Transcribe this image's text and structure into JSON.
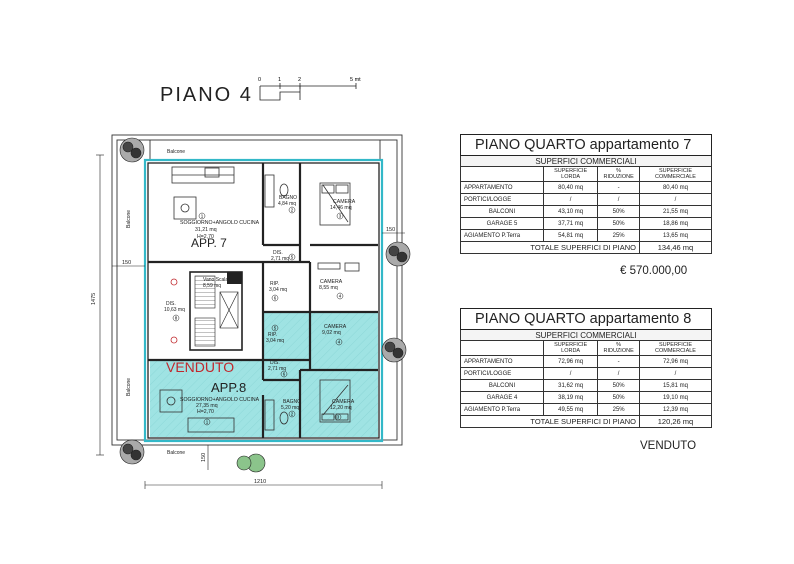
{
  "floor_title": "PIANO 4",
  "scale": {
    "ticks": [
      "0",
      "1",
      "2",
      "5 mt"
    ]
  },
  "rooms": {
    "soggiorno7": {
      "name": "SOGGIORNO+ANGOLO CUCINA",
      "area": "31,21 mq",
      "height": "H=2,70",
      "number": "1"
    },
    "bagno7": {
      "name": "BAGNO",
      "area": "4,84 mq",
      "number": "2"
    },
    "camera7a": {
      "name": "CAMERA",
      "area": "14,46 mq",
      "number": "3"
    },
    "dis7": {
      "name": "DIS.",
      "area": "2,71 mq",
      "number": "5"
    },
    "rip7": {
      "name": "RIP.",
      "area": "3,04 mq",
      "number": "6"
    },
    "camera7b": {
      "name": "CAMERA",
      "area": "8,55 mq",
      "number": "4"
    },
    "vano_scala": {
      "name": "Vano Scala",
      "area": "8,59 mq"
    },
    "dis_common": {
      "name": "DIS.",
      "area": "10,63 mq",
      "number": "8"
    },
    "camera8a": {
      "name": "CAMERA",
      "area": "9,02 mq",
      "number": "4"
    },
    "rip8": {
      "name": "RIP.",
      "area": "3,04 mq",
      "number": "5"
    },
    "dis8": {
      "name": "DIS.",
      "area": "2,71 mq",
      "number": "6"
    },
    "soggiorno8": {
      "name": "SOGGIORNO+ANGOLO CUCINA",
      "area": "27,35 mq",
      "height": "H=2,70",
      "number": "1"
    },
    "bagno8": {
      "name": "BAGNO",
      "area": "5,20 mq",
      "number": "2"
    },
    "camera8b": {
      "name": "CAMERA",
      "area": "12,20 mq",
      "number": "3"
    }
  },
  "labels": {
    "app7": "APP. 7",
    "app8": "APP.8",
    "venduto_plan": "VENDUTO",
    "balcone": "Balcone",
    "dim_total_width": "1210",
    "dim_total_height": "1475",
    "dim_150_right": "150",
    "dim_150_left": "150",
    "dim_150_bottom": "150"
  },
  "tables": [
    {
      "title": "PIANO QUARTO appartamento 7",
      "subtitle": "SUPERFICI COMMERCIALI",
      "headers": [
        "SUPERFICIE LORDA",
        "% RIDUZIONE",
        "SUPERFICIE COMMERCIALE"
      ],
      "rows": [
        {
          "label": "APPARTAMENTO",
          "lorda": "80,40 mq",
          "rid": "-",
          "comm": "80,40 mq"
        },
        {
          "label": "PORTICI/LOGGE",
          "lorda": "/",
          "rid": "/",
          "comm": "/"
        },
        {
          "label": "BALCONI",
          "lorda": "43,10 mq",
          "rid": "50%",
          "comm": "21,55 mq"
        },
        {
          "label": "GARAGE 5",
          "lorda": "37,71 mq",
          "rid": "50%",
          "comm": "18,86 mq"
        },
        {
          "label": "AGIAMENTO P.Terra",
          "lorda": "54,81 mq",
          "rid": "25%",
          "comm": "13,65 mq"
        }
      ],
      "total_label": "TOTALE SUPERFICI DI PIANO",
      "total": "134,46 mq",
      "footer": "€ 570.000,00"
    },
    {
      "title": "PIANO QUARTO appartamento 8",
      "subtitle": "SUPERFICI COMMERCIALI",
      "headers": [
        "SUPERFICIE LORDA",
        "% RIDUZIONE",
        "SUPERFICIE COMMERCIALE"
      ],
      "rows": [
        {
          "label": "APPARTAMENTO",
          "lorda": "72,96 mq",
          "rid": "-",
          "comm": "72,96 mq"
        },
        {
          "label": "PORTICI/LOGGE",
          "lorda": "/",
          "rid": "/",
          "comm": "/"
        },
        {
          "label": "BALCONI",
          "lorda": "31,62 mq",
          "rid": "50%",
          "comm": "15,81 mq"
        },
        {
          "label": "GARAGE 4",
          "lorda": "38,19 mq",
          "rid": "50%",
          "comm": "19,10 mq"
        },
        {
          "label": "AGIAMENTO P.Terra",
          "lorda": "49,55 mq",
          "rid": "25%",
          "comm": "12,39 mq"
        }
      ],
      "total_label": "TOTALE SUPERFICI DI PIANO",
      "total": "120,26 mq",
      "footer": "VENDUTO"
    }
  ],
  "colors": {
    "app8_fill": "#9fe3e3",
    "outline_cyan": "#33b8c8",
    "wall": "#222222",
    "sold_red": "#c0282d"
  }
}
